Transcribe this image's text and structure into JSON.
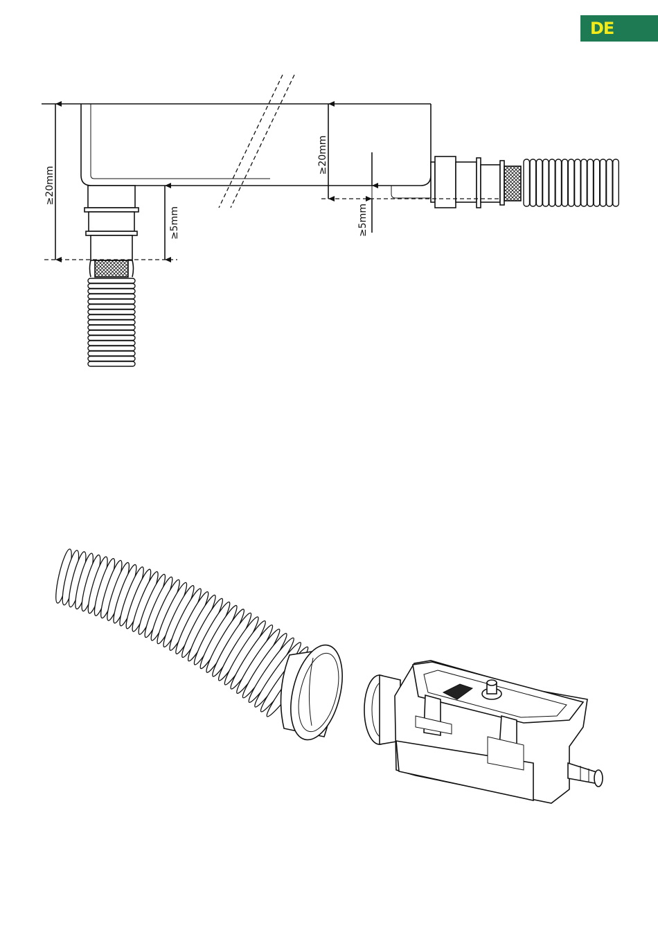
{
  "badge": {
    "label": "DE",
    "bg_color": "#1d7a52",
    "text_color": "#f3ea1a"
  },
  "dimensions": {
    "left_total": "≥20mm",
    "left_gap": "≥5mm",
    "right_total": "≥20mm",
    "right_gap": "≥5mm"
  },
  "illustrations": {
    "top": "drain-installation-clearance-diagram",
    "bottom": "hose-and-drain-box-exploded-view"
  }
}
